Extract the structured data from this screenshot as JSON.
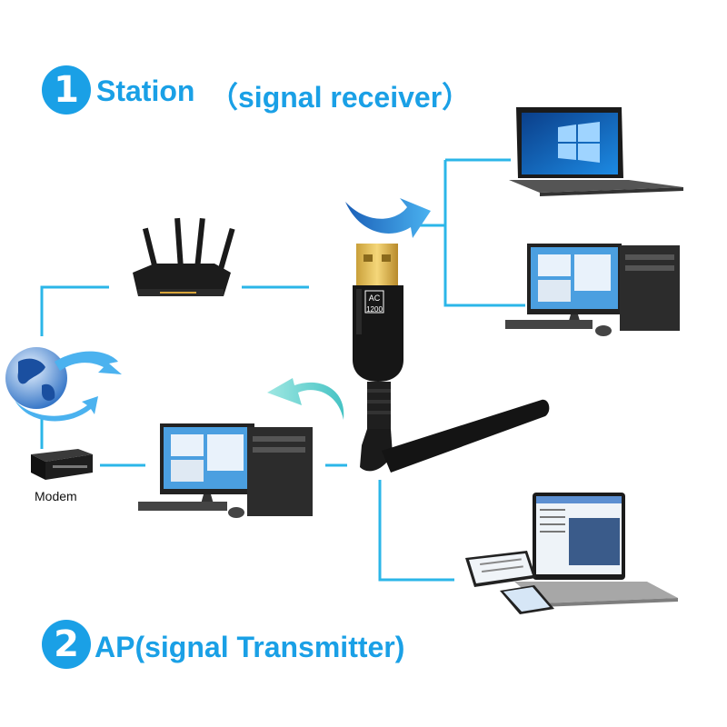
{
  "station": {
    "number": "1",
    "label": "Station",
    "sub": "（signal receiver）"
  },
  "ap": {
    "number": "2",
    "label": "AP(signal Transmitter)"
  },
  "adapter": {
    "line1": "AC",
    "line2": "1200"
  },
  "modem": {
    "label": "Modem"
  },
  "colors": {
    "accent": "#1aa0e6",
    "line": "#2bb6e8",
    "arrow": "#2d8fd8",
    "arrowTeal": "#5fd0cf"
  }
}
